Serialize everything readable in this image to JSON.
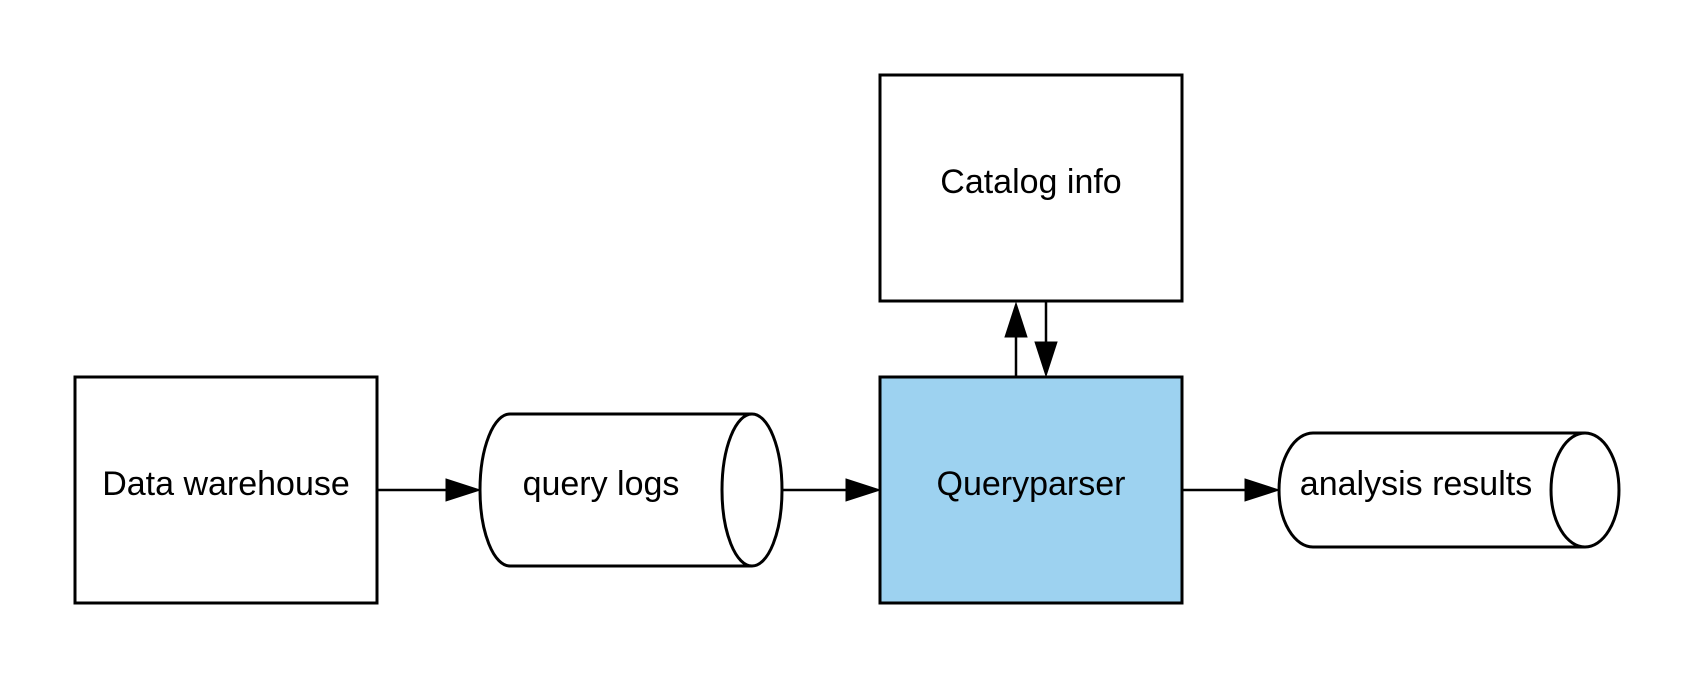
{
  "diagram": {
    "nodes": [
      {
        "id": "data-warehouse",
        "label": "Data warehouse",
        "shape": "rectangle"
      },
      {
        "id": "query-logs",
        "label": "query logs",
        "shape": "cylinder"
      },
      {
        "id": "queryparser",
        "label": "Queryparser",
        "shape": "rectangle",
        "highlighted": true
      },
      {
        "id": "catalog-info",
        "label": "Catalog info",
        "shape": "rectangle"
      },
      {
        "id": "analysis-results",
        "label": "analysis results",
        "shape": "cylinder"
      }
    ],
    "edges": [
      {
        "from": "data-warehouse",
        "to": "query-logs"
      },
      {
        "from": "query-logs",
        "to": "queryparser"
      },
      {
        "from": "queryparser",
        "to": "catalog-info"
      },
      {
        "from": "catalog-info",
        "to": "queryparser"
      },
      {
        "from": "queryparser",
        "to": "analysis-results"
      }
    ],
    "colors": {
      "highlight_fill": "#9dd2f0",
      "stroke": "#000000",
      "background": "#ffffff"
    }
  }
}
